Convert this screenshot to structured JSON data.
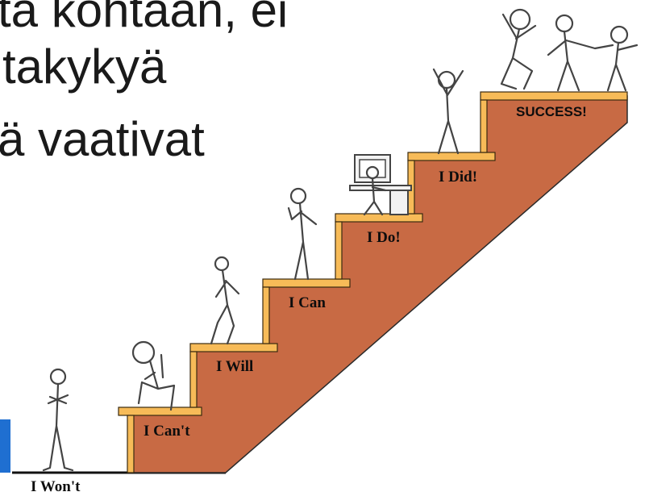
{
  "slide": {
    "lines": [
      "ta kohtaan, ei",
      "takykyä",
      "ä vaativat"
    ],
    "accent_color": "#1f6fd1"
  },
  "staircase": {
    "stair_color": "#c86a44",
    "edge_color": "#f7bb58",
    "bottom_label": "I Won't",
    "steps": [
      {
        "label": "I Can't"
      },
      {
        "label": "I Will"
      },
      {
        "label": "I Can"
      },
      {
        "label": "I Do!"
      },
      {
        "label": "I Did!"
      },
      {
        "label": "SUCCESS!"
      }
    ]
  }
}
